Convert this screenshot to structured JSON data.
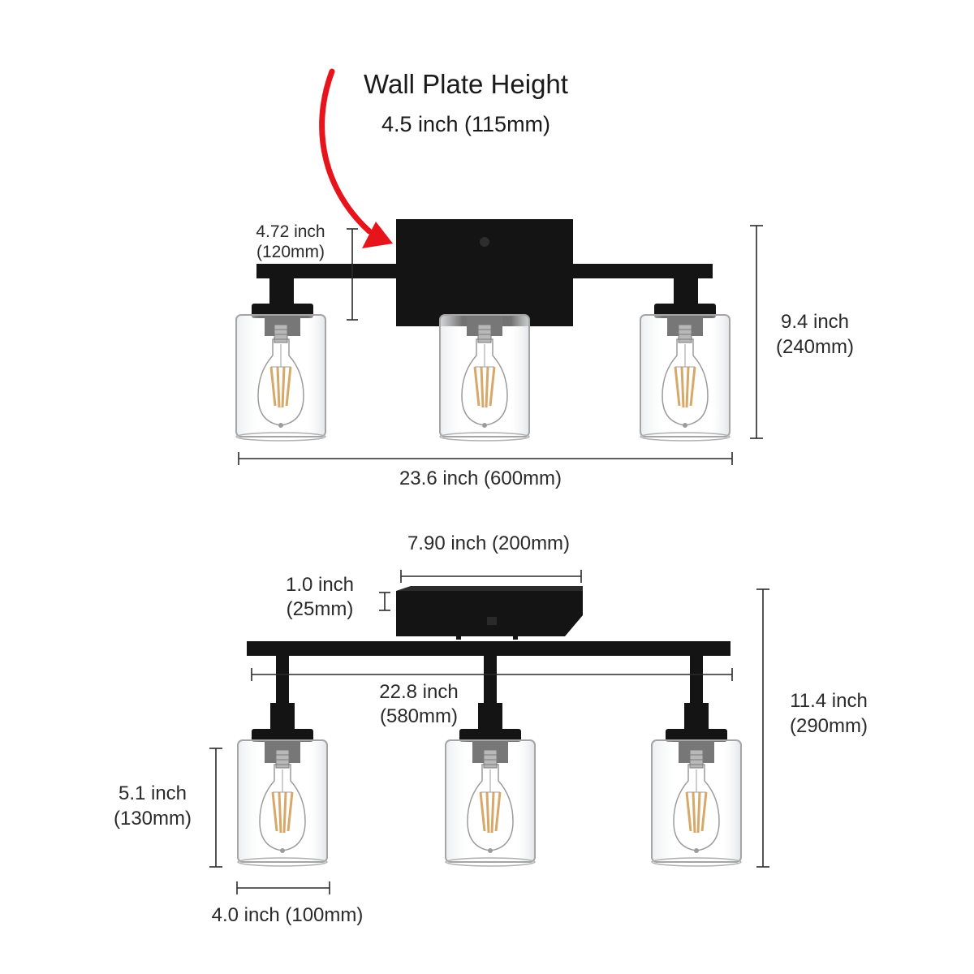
{
  "callout": {
    "title": "Wall Plate Height",
    "value": "4.5 inch (115mm)",
    "arrow_color": "#e8141c",
    "arrow_icon": "curved-arrow-icon"
  },
  "front_view": {
    "arm_height": {
      "inch": "4.72 inch",
      "mm": "(120mm)"
    },
    "total_height": {
      "inch": "9.4 inch",
      "mm": "(240mm)"
    },
    "total_width": "23.6 inch (600mm)"
  },
  "top_view": {
    "plate_width": "7.90 inch (200mm)",
    "plate_depth": {
      "inch": "1.0 inch",
      "mm": "(25mm)"
    },
    "bar_length": {
      "inch": "22.8 inch",
      "mm": "(580mm)"
    },
    "total_height": {
      "inch": "11.4 inch",
      "mm": "(290mm)"
    },
    "shade_height": {
      "inch": "5.1 inch",
      "mm": "(130mm)"
    },
    "shade_width": "4.0 inch (100mm)"
  },
  "colors": {
    "fixture": "#141414",
    "glass_edge": "#9a9a9a",
    "filament": "#d8a868",
    "dimension_line": "#2a2a2a"
  }
}
